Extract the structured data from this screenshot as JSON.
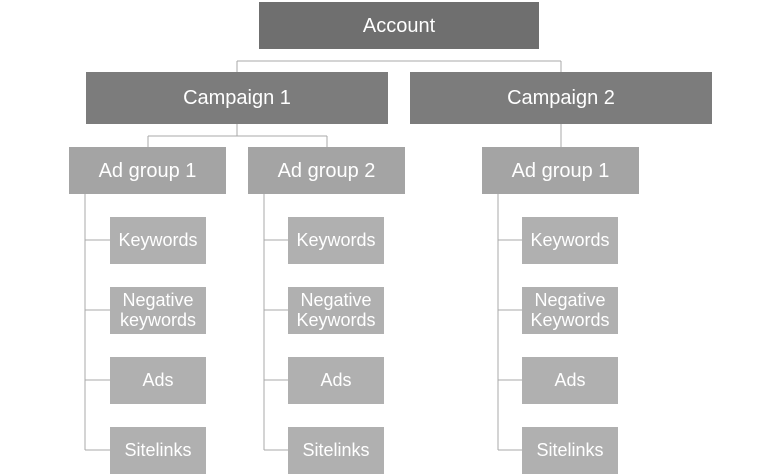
{
  "account": {
    "label": "Account"
  },
  "campaigns": [
    {
      "label": "Campaign 1",
      "ad_groups": [
        {
          "label": "Ad group 1",
          "items": [
            "Keywords",
            "Negative\nkeywords",
            "Ads",
            "Sitelinks"
          ]
        },
        {
          "label": "Ad group 2",
          "items": [
            "Keywords",
            "Negative\nKeywords",
            "Ads",
            "Sitelinks"
          ]
        }
      ]
    },
    {
      "label": "Campaign 2",
      "ad_groups": [
        {
          "label": "Ad group 1",
          "items": [
            "Keywords",
            "Negative\nKeywords",
            "Ads",
            "Sitelinks"
          ]
        }
      ]
    }
  ],
  "colors": {
    "account": "#6f6f6f",
    "campaign": "#7c7c7c",
    "ad_group": "#a4a4a4",
    "item": "#b0b0b0",
    "connector": "#a8a8a8",
    "text": "#ffffff"
  }
}
